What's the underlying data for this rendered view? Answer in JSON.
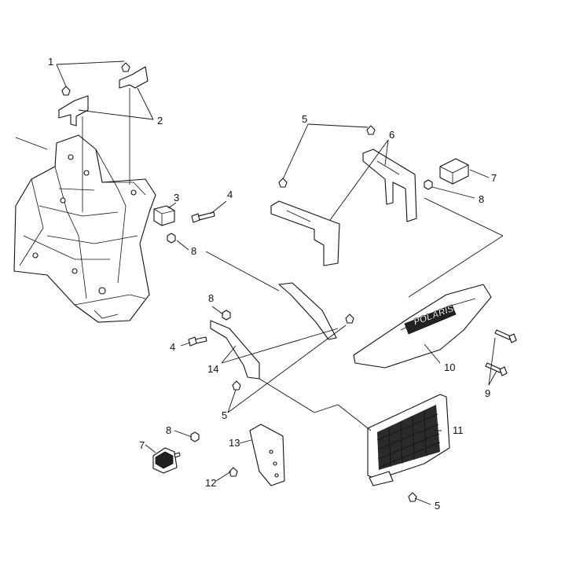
{
  "callouts": [
    {
      "id": "c1",
      "text": "1"
    },
    {
      "id": "c2",
      "text": "2"
    },
    {
      "id": "c3",
      "text": "3"
    },
    {
      "id": "c4a",
      "text": "4"
    },
    {
      "id": "c4b",
      "text": "4"
    },
    {
      "id": "c5a",
      "text": "5"
    },
    {
      "id": "c5b",
      "text": "5"
    },
    {
      "id": "c5c",
      "text": "5"
    },
    {
      "id": "c6",
      "text": "6"
    },
    {
      "id": "c7a",
      "text": "7"
    },
    {
      "id": "c7b",
      "text": "7"
    },
    {
      "id": "c8a",
      "text": "8"
    },
    {
      "id": "c8b",
      "text": "8"
    },
    {
      "id": "c8c",
      "text": "8"
    },
    {
      "id": "c8d",
      "text": "8"
    },
    {
      "id": "c9",
      "text": "9"
    },
    {
      "id": "c10",
      "text": "10"
    },
    {
      "id": "c11",
      "text": "11"
    },
    {
      "id": "c12",
      "text": "12"
    },
    {
      "id": "c13",
      "text": "13"
    },
    {
      "id": "c14",
      "text": "14"
    }
  ],
  "logo_text": "POLARIS"
}
